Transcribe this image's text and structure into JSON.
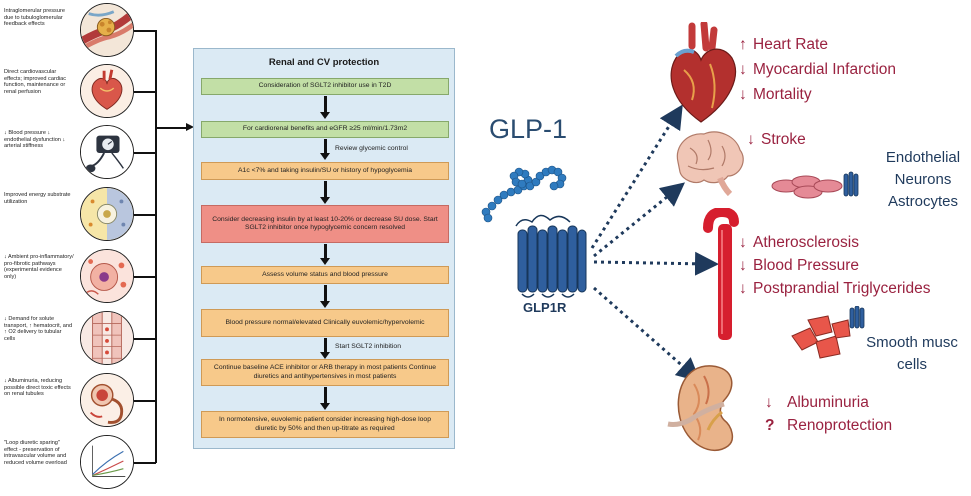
{
  "mechanisms": [
    {
      "text": "Intraglomerular pressure due to tubuloglomerular feedback effects",
      "icon": "glomerulus-icon"
    },
    {
      "text": "Direct cardiovascular effects; improved cardiac function, maintenance or renal perfusion",
      "icon": "heart-icon"
    },
    {
      "text": "↓ Blood pressure ↓ endothelial dysfunction ↓ arterial stiffness",
      "icon": "blood-pressure-cuff-icon"
    },
    {
      "text": "Improved energy substrate utilization",
      "icon": "cell-energy-icon"
    },
    {
      "text": "↓ Ambient pro-inflammatory/ pro-fibrotic pathways (experimental evidence only)",
      "icon": "inflammation-cell-icon"
    },
    {
      "text": "↓ Demand for solute transport, ↑ hematocrit, and ↑ O2 delivery to tubular cells",
      "icon": "tubule-icon"
    },
    {
      "text": "↓ Albuminuria, reducing possible direct toxic effects on renal tubules",
      "icon": "nephron-icon"
    },
    {
      "text": "\"Loop diuretic sparing\" effect - preservation of intravascular volume and reduced volume overload",
      "icon": "diuretic-chart-icon"
    }
  ],
  "flow": {
    "title": "Renal and CV protection",
    "boxes": [
      {
        "text": "Consideration of SGLT2 inhibitor use in T2D",
        "color": "green"
      },
      {
        "text": "For cardiorenal benefits and eGFR ≥25 ml/min/1.73m2",
        "color": "green"
      },
      {
        "text": "A1c <7% and taking insulin/SU or history of hypoglycemia",
        "color": "orange"
      },
      {
        "text": "Consider decreasing insulin by at least 10-20% or decrease SU dose. Start SGLT2 inhibitor once hypoglycemic concern resolved",
        "color": "red"
      },
      {
        "text": "Assess volume status and blood pressure",
        "color": "orange"
      },
      {
        "text": "Blood pressure normal/elevated Clinically euvolemic/hypervolemic",
        "color": "orange"
      },
      {
        "text": "Continue baseline ACE inhibitor or ARB therapy in most patients Continue diuretics and antihypertensives in most patients",
        "color": "orange"
      },
      {
        "text": "In normotensive, euvolemic patient consider increasing high-dose loop diuretic by 50% and then up-titrate as required",
        "color": "orange"
      }
    ],
    "notes": {
      "review": "Review glycemic control",
      "start": "Start SGLT2 inhibition"
    }
  },
  "glp": {
    "title": "GLP-1",
    "receptor": "GLP1R"
  },
  "effects": {
    "heart": [
      {
        "arrow": "↑",
        "text": "Heart Rate"
      },
      {
        "arrow": "↓",
        "text": "Myocardial Infarction"
      },
      {
        "arrow": "↓",
        "text": "Mortality"
      }
    ],
    "brain": [
      {
        "arrow": "↓",
        "text": "Stroke"
      }
    ],
    "endothelial": [
      "Endothelial",
      "Neurons",
      "Astrocytes"
    ],
    "vessel": [
      {
        "arrow": "↓",
        "text": "Atherosclerosis"
      },
      {
        "arrow": "↓",
        "text": "Blood Pressure"
      },
      {
        "arrow": "↓",
        "text": "Postprandial Triglycerides"
      }
    ],
    "smooth": [
      "Smooth musc",
      "cells"
    ],
    "kidney": [
      {
        "arrow": "↓",
        "text": "Albuminuria"
      },
      {
        "arrow": "?",
        "text": "Renoprotection"
      }
    ]
  },
  "colors": {
    "effect_text": "#9a2240",
    "glp_text": "#2a4c70",
    "receptor": "#2f5f9e",
    "dotted_arrow": "#1f3a5c"
  }
}
